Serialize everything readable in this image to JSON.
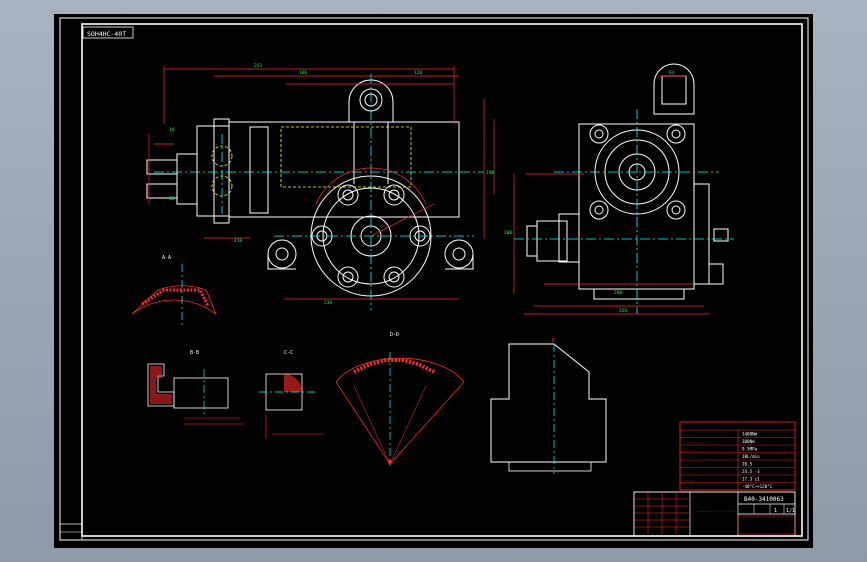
{
  "drawing": {
    "title_tag": "SOH4HC-40T",
    "drawing_number": "B40-3410063",
    "view_labels": {
      "section_aa": "A-A",
      "section_bb": "B-B",
      "section_cc": "C-C",
      "detail_d": "D-D",
      "view_p": "P"
    },
    "side_marks": [
      "1A",
      "1B"
    ],
    "tech_table": {
      "rows": [
        [
          "......",
          "1400Nm"
        ],
        [
          "..........",
          "300Nm"
        ],
        [
          "......",
          "9.5MPa"
        ],
        [
          "......",
          "10L/min"
        ],
        [
          "....",
          "20.5"
        ],
        [
          "...",
          "24.5 -3"
        ],
        [
          "....",
          "17.3 ±1"
        ],
        [
          "...",
          "-40°C~+120°C"
        ]
      ]
    },
    "title_block": {
      "company_blurb": "..............",
      "scale": "1",
      "sheet": "1/1"
    },
    "colors": {
      "frame": "#ffffff",
      "outline": "#ffffff",
      "centerline": "#00ffff",
      "dimension": "#ff2a2a",
      "text": "#00ff3c",
      "hatch": "#ff2a2a",
      "hidden": "#ffff00",
      "table": "#ff2a2a"
    }
  }
}
